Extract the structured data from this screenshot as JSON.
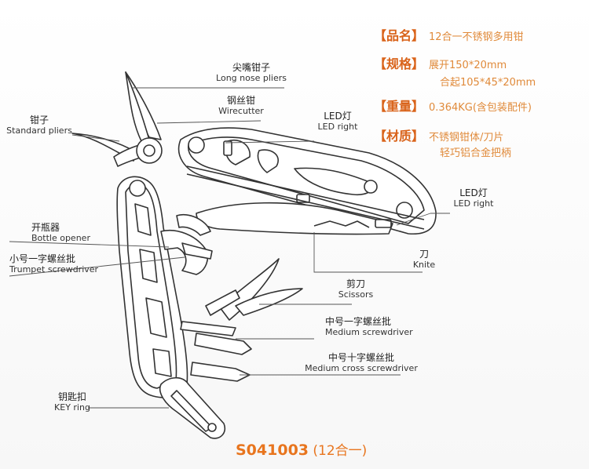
{
  "labels": {
    "long_nose": {
      "zh": "尖嘴钳子",
      "en": "Long nose pliers"
    },
    "wirecutter": {
      "zh": "钢丝钳",
      "en": "Wirecutter"
    },
    "standard_pliers": {
      "zh": "钳子",
      "en": "Standard pliers"
    },
    "led_top": {
      "zh": "LED灯",
      "en": "LED right"
    },
    "led_side": {
      "zh": "LED灯",
      "en": "LED right"
    },
    "bottle_opener": {
      "zh": "开瓶器",
      "en": "Bottle opener"
    },
    "trumpet_screwdriver": {
      "zh": "小号一字螺丝批",
      "en": "Trumpet screwdriver"
    },
    "knife": {
      "zh": "刀",
      "en": "Knite"
    },
    "scissors": {
      "zh": "剪刀",
      "en": "Scissors"
    },
    "medium_screwdriver": {
      "zh": "中号一字螺丝批",
      "en": "Medium screwdriver"
    },
    "medium_cross": {
      "zh": "中号十字螺丝批",
      "en": "Medium cross screwdriver"
    },
    "key_ring": {
      "zh": "钥匙扣",
      "en": "KEY ring"
    }
  },
  "specs": {
    "name": {
      "key": "【品名】",
      "value": "12合一不锈钢多用钳"
    },
    "size": {
      "key": "【规格】",
      "value": "展开150*20mm",
      "value2": "合起105*45*20mm"
    },
    "weight": {
      "key": "【重量】",
      "value": "0.364KG(含包装配件)"
    },
    "material": {
      "key": "【材质】",
      "value": "不锈钢钳体/刀片",
      "value2": "轻巧铝合金把柄"
    }
  },
  "model": {
    "code": "S041003",
    "sub": " (12合一)"
  },
  "colors": {
    "accent": "#e8751e",
    "line": "#333333"
  }
}
